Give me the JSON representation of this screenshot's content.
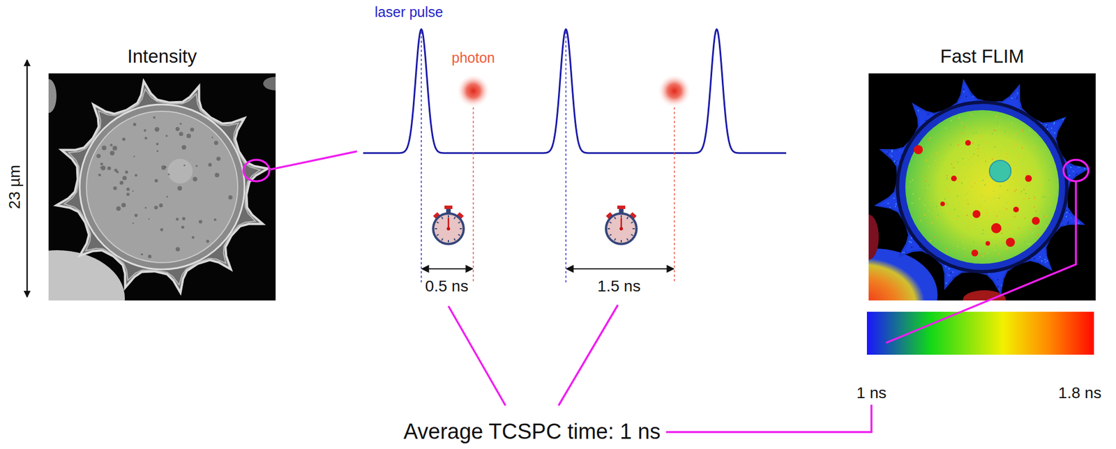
{
  "diagram": {
    "nodes": [
      {
        "text": [
          "Intensity"
        ]
      },
      {
        "text": [
          "Fast FLIM"
        ]
      }
    ],
    "labels": [
      "23 µm",
      "laser pulse",
      "photon",
      "0.5 ns",
      "1.5 ns",
      "Average TCSPC time: 1 ns",
      "1 ns",
      "1.8 ns"
    ]
  }
}
